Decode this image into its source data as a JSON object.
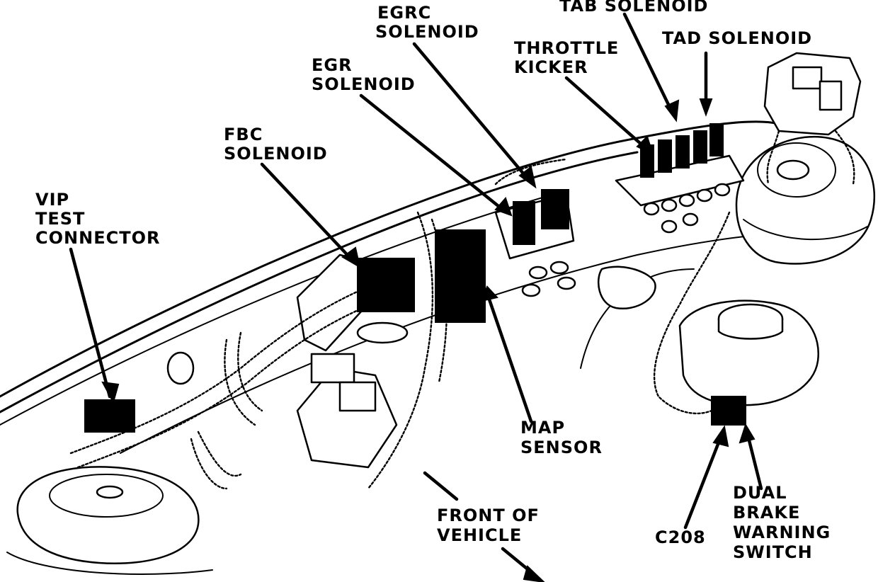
{
  "labels": {
    "tab_solenoid": "TAB SOLENOID",
    "egrc_solenoid": [
      "EGRC",
      "SOLENOID"
    ],
    "tad_solenoid": "TAD SOLENOID",
    "throttle_kicker": [
      "THROTTLE",
      "KICKER"
    ],
    "egr_solenoid": [
      "EGR",
      "SOLENOID"
    ],
    "fbc_solenoid": [
      "FBC",
      "SOLENOID"
    ],
    "vip_test_connector": [
      "VIP",
      "TEST",
      "CONNECTOR"
    ],
    "map_sensor": [
      "MAP",
      "SENSOR"
    ],
    "front_of_vehicle": [
      "FRONT OF",
      "VEHICLE"
    ],
    "c208": "C208",
    "dual_brake_warning_switch": [
      "DUAL",
      "BRAKE",
      "WARNING",
      "SWITCH"
    ]
  },
  "colors": {
    "ink": "#000000",
    "paper": "#ffffff"
  }
}
